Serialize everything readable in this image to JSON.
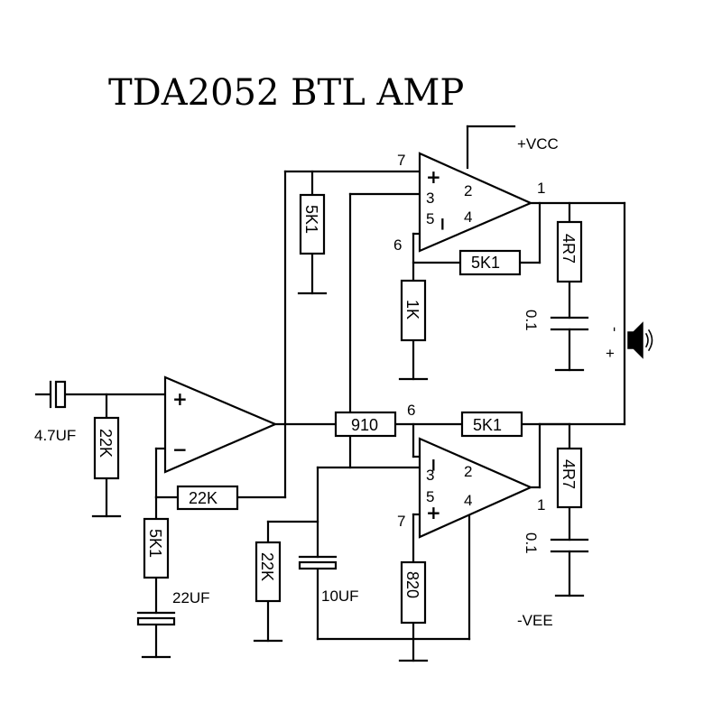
{
  "title": "TDA2052 BTL AMP",
  "supply": {
    "vcc": "+VCC",
    "vee": "-VEE"
  },
  "components": {
    "c_in": "4.7UF",
    "r_in": "22K",
    "r_fb": "22K",
    "r_gnd": "5K1",
    "c_gnd": "22UF",
    "r_top_bias": "5K1",
    "r_top_fb": "5K1",
    "r_top_gnd": "1K",
    "r_top_zobel": "4R7",
    "c_top_zobel": "0.1",
    "r_couple": "910",
    "r_bot_fb": "5K1",
    "r_bot_bias": "22K",
    "c_bot_bias": "10UF",
    "r_bot_gnd": "820",
    "r_bot_zobel": "4R7",
    "c_bot_zobel": "0.1"
  },
  "pins": {
    "top_p7": "7",
    "top_p3": "3",
    "top_p5": "5",
    "top_p2": "2",
    "top_p4": "4",
    "top_p1": "1",
    "top_p6": "6",
    "bot_p6": "6",
    "bot_p3": "3",
    "bot_p5": "5",
    "bot_p2": "2",
    "bot_p4": "4",
    "bot_p7": "7",
    "bot_p1": "1"
  },
  "signs": {
    "plus": "+",
    "minus": "−"
  },
  "speaker_polarity": {
    "minus": "-",
    "plus": "+"
  },
  "icons": {
    "speaker": "speaker-icon"
  }
}
